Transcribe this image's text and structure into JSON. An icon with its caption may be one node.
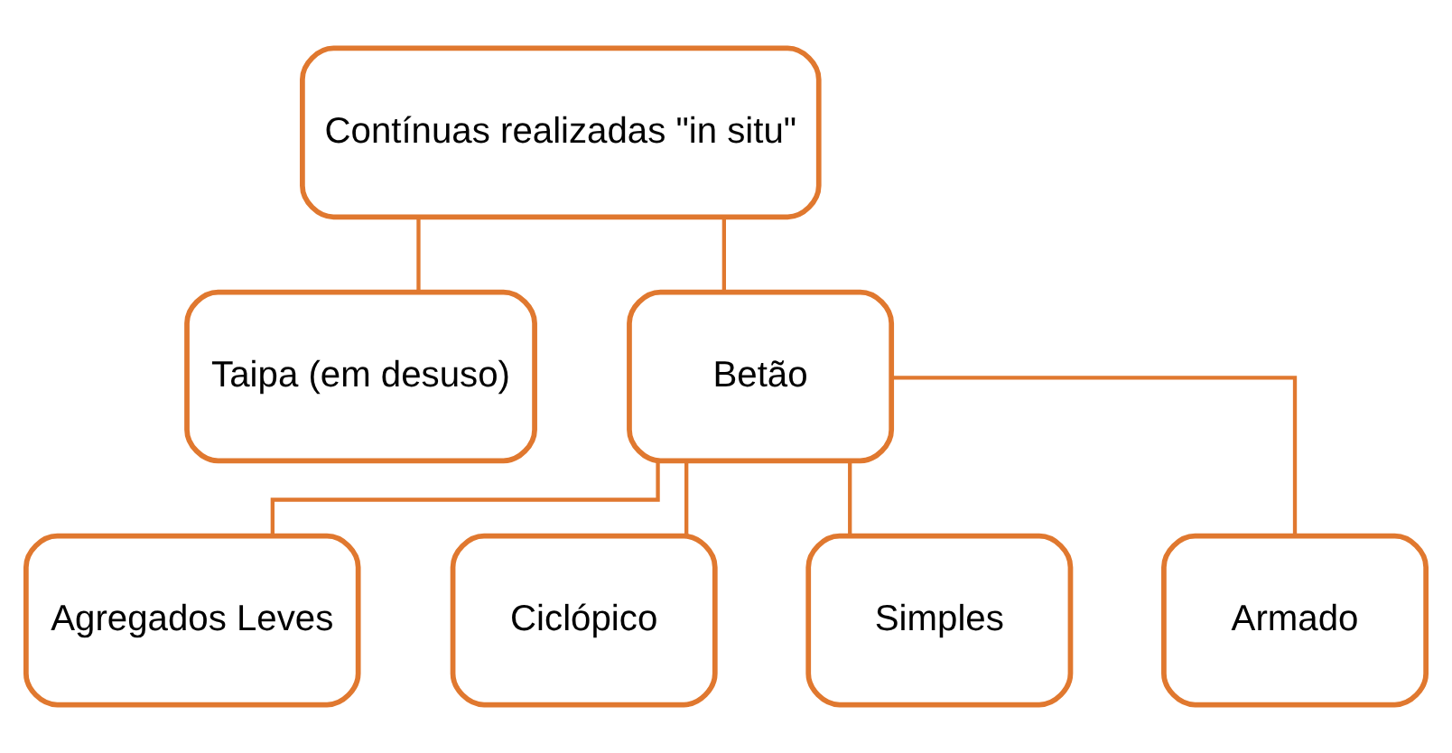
{
  "diagram": {
    "nodes": [
      {
        "text": [
          "Contínuas realizadas \"in situ\""
        ]
      },
      {
        "text": [
          "Taipa (em desuso)"
        ]
      },
      {
        "text": [
          "Betão"
        ]
      },
      {
        "text": [
          "Agregados Leves"
        ]
      },
      {
        "text": [
          "Ciclópico"
        ]
      },
      {
        "text": [
          "Simples"
        ]
      },
      {
        "text": [
          "Armado"
        ]
      }
    ],
    "edges": [
      {
        "from": 0,
        "to": 1,
        "arrow": "none"
      },
      {
        "from": 0,
        "to": 2,
        "arrow": "none"
      },
      {
        "from": 2,
        "to": 3,
        "arrow": "none"
      },
      {
        "from": 2,
        "to": 4,
        "arrow": "none"
      },
      {
        "from": 2,
        "to": 5,
        "arrow": "none"
      },
      {
        "from": 2,
        "to": 6,
        "arrow": "none"
      }
    ]
  }
}
